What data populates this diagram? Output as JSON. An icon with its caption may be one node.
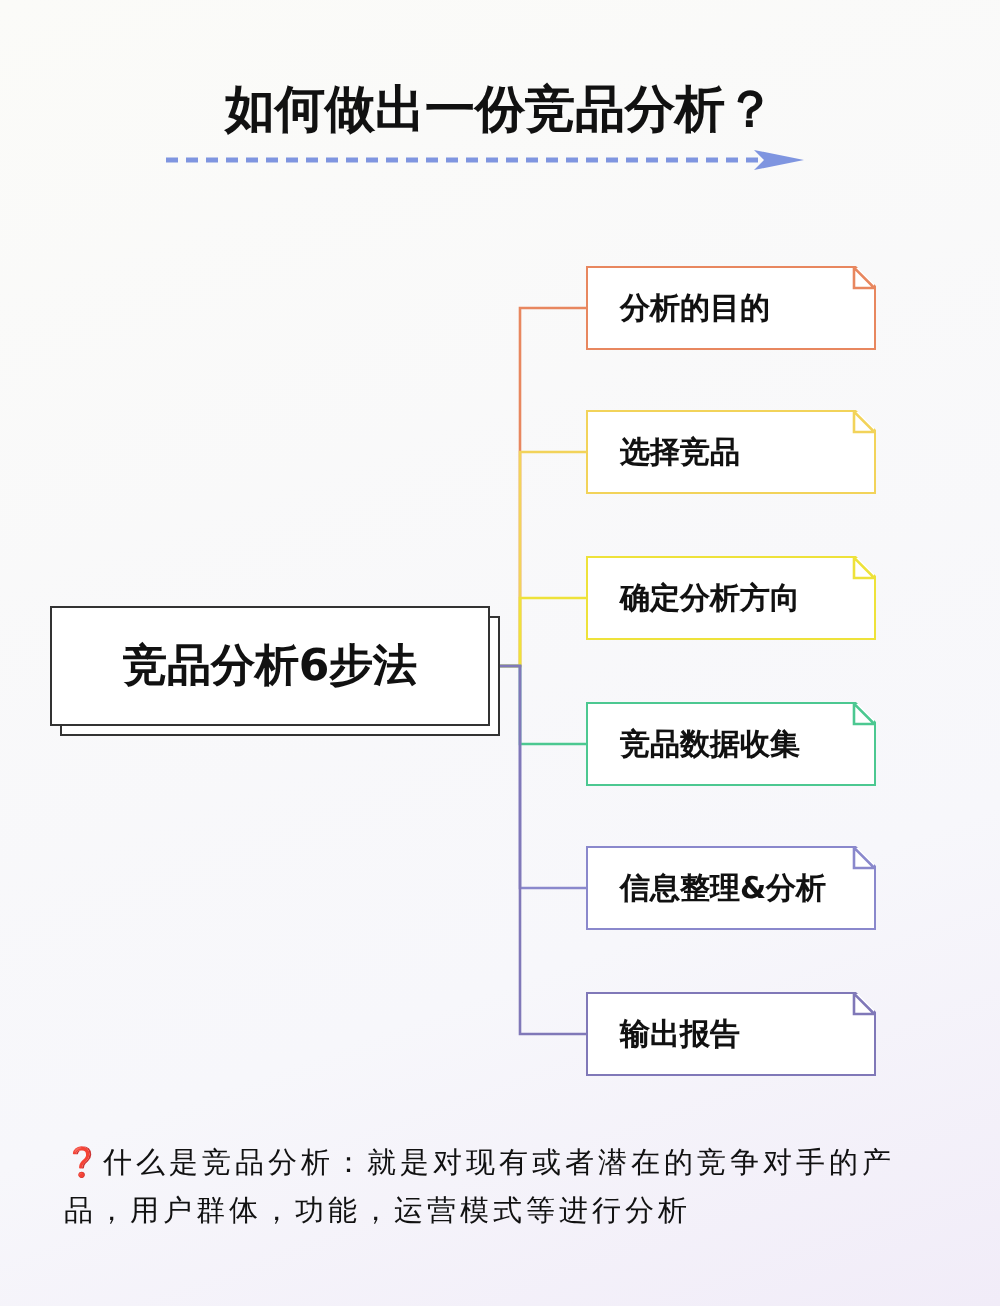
{
  "diagram": {
    "title": "如何做出一份竞品分析？",
    "nodes": [
      {
        "text": [
          "竞品分析6步法"
        ]
      },
      {
        "text": [
          "分析的目的"
        ]
      },
      {
        "text": [
          "选择竞品"
        ]
      },
      {
        "text": [
          "确定分析方向"
        ]
      },
      {
        "text": [
          "竞品数据收集"
        ]
      },
      {
        "text": [
          "信息整理&分析"
        ]
      },
      {
        "text": [
          "输出报告"
        ]
      }
    ],
    "edges": [
      {
        "from": 0,
        "to": 1,
        "arrow": "none",
        "color": "#e8875f"
      },
      {
        "from": 0,
        "to": 2,
        "arrow": "none",
        "color": "#f2d35a"
      },
      {
        "from": 0,
        "to": 3,
        "arrow": "none",
        "color": "#eee23a"
      },
      {
        "from": 0,
        "to": 4,
        "arrow": "none",
        "color": "#4cc891"
      },
      {
        "from": 0,
        "to": 5,
        "arrow": "none",
        "color": "#8a88cc"
      },
      {
        "from": 0,
        "to": 6,
        "arrow": "none",
        "color": "#8078b8"
      }
    ],
    "labels": [
      "❓什么是竞品分析：就是对现有或者潜在的竞争对手的产品，用户群体，功能，运营模式等进行分析"
    ]
  }
}
